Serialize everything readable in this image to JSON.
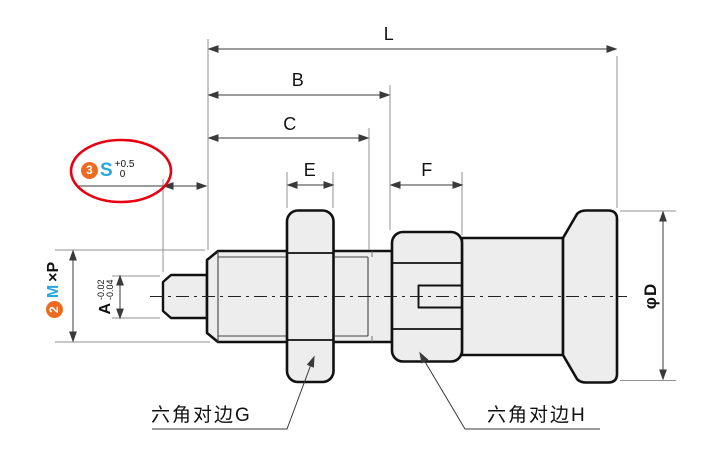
{
  "dim_labels": {
    "L": "L",
    "B": "B",
    "C": "C",
    "E": "E",
    "F": "F"
  },
  "s_callout": {
    "badge": "3",
    "symbol": "S",
    "tol_upper": "+0.5",
    "tol_lower": "0"
  },
  "thread_callout": {
    "badge": "2",
    "symbol": "M",
    "suffix": "×P"
  },
  "a_callout": {
    "symbol": "A",
    "tol_upper": "-0.02",
    "tol_lower": "-0.04"
  },
  "d_callout": {
    "symbol": "φD"
  },
  "leader_labels": {
    "hex_flats_g": "六角对边G",
    "hex_flats_h": "六角对边H"
  },
  "colors": {
    "highlight_red": "#e60012",
    "badge_orange": "#ed6b21",
    "symbol_blue": "#2aa6df",
    "outline_black": "#111111",
    "dimension_gray": "#3a3a3a",
    "extension_gray": "#919191",
    "part_fill": "#ededed"
  }
}
